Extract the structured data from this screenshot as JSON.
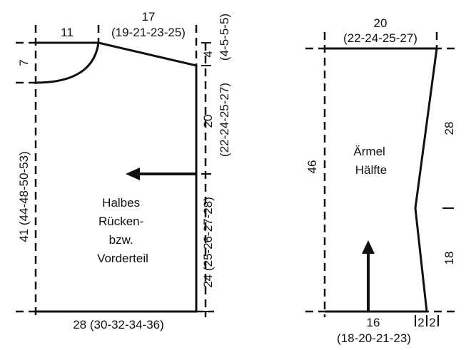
{
  "body_piece": {
    "label_lines": [
      "Halbes",
      "Rücken-",
      "bzw.",
      "Vorderteil"
    ],
    "dim_neck_width": "11",
    "dim_shoulder_width": "17",
    "dim_shoulder_width_sizes": "(19-21-23-25)",
    "dim_neck_depth": "7",
    "dim_shoulder_slope": "4",
    "dim_shoulder_slope_sizes": "(4-5-5-5)",
    "dim_armhole": "20",
    "dim_armhole_sizes": "(22-24-25-27)",
    "dim_side": "24 (25-26-27-28)",
    "dim_total_length": "41 (44-48-50-53)",
    "dim_bottom_width": "28 (30-32-34-36)"
  },
  "sleeve_piece": {
    "label_lines": [
      "Ärmel",
      "Hälfte"
    ],
    "dim_top_width": "20",
    "dim_top_width_sizes": "(22-24-25-27)",
    "dim_upper": "28",
    "dim_lower": "18",
    "dim_length": "46",
    "dim_cuff_width": "16",
    "dim_cuff_width_sizes": "(18-20-21-23)",
    "dim_taper_left": "2",
    "dim_taper_right": "2"
  }
}
